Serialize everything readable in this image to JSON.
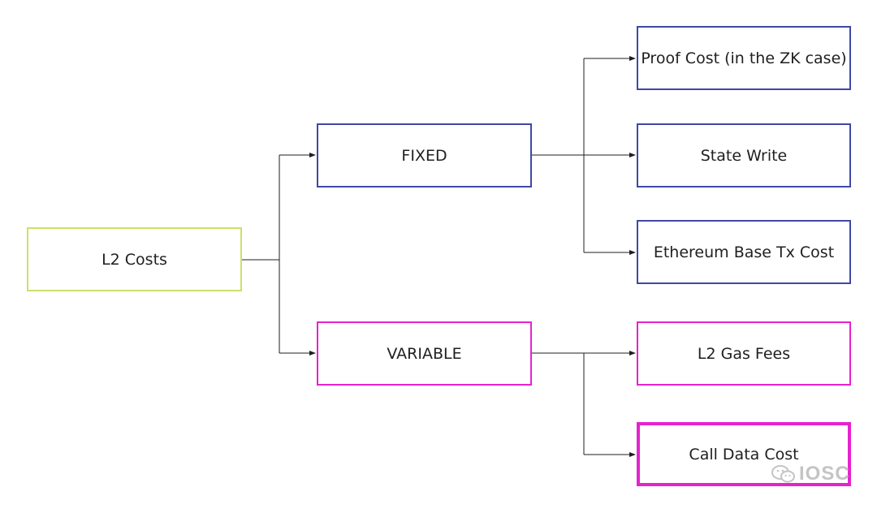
{
  "nodes": {
    "root": "L2 Costs",
    "fixed": "FIXED",
    "variable": "VARIABLE",
    "proof_cost": "Proof Cost (in the ZK case)",
    "state_write": "State Write",
    "eth_base_tx": "Ethereum Base Tx Cost",
    "l2_gas_fees": "L2 Gas Fees",
    "call_data_cost": "Call Data Cost"
  },
  "watermark": {
    "text": "IOSC",
    "icon": "wechat-icon"
  },
  "colors": {
    "root_border": "#cde06a",
    "fixed_border": "#3f48a6",
    "variable_border": "#e622cf",
    "connector": "#1f1f1f"
  }
}
